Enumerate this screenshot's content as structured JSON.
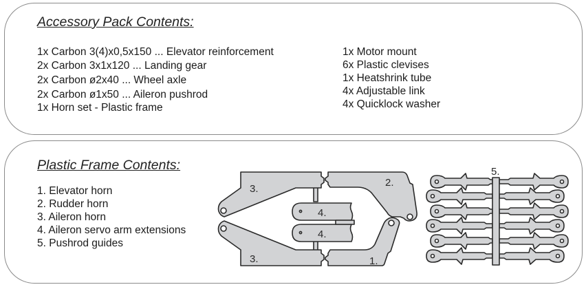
{
  "accessory_pack": {
    "title": "Accessory Pack Contents:",
    "left_items": [
      "1x Carbon 3(4)x0,5x150 ... Elevator reinforcement",
      "2x Carbon 3x1x120 ... Landing gear",
      "2x Carbon ø2x40 ... Wheel axle",
      "2x Carbon ø1x50 ... Aileron pushrod",
      "1x Horn set - Plastic frame"
    ],
    "right_items": [
      "1x Motor mount",
      "6x Plastic clevises",
      "1x Heatshrink tube",
      "4x Adjustable link",
      "4x Quicklock washer"
    ]
  },
  "plastic_frame": {
    "title": "Plastic Frame Contents:",
    "items": [
      "1. Elevator horn",
      "2. Rudder horn",
      "3. Aileron horn",
      "4. Aileron servo arm extensions",
      "5. Pushrod guides"
    ],
    "diagram_labels": {
      "elevator_horn": "1.",
      "rudder_horn": "2.",
      "aileron_horn_top": "3.",
      "aileron_horn_bottom": "3.",
      "servo_ext_top": "4.",
      "servo_ext_bottom": "4.",
      "pushrod_guides": "5."
    }
  },
  "colors": {
    "part_fill": "#d2d3d5",
    "outline": "#2a2a2a",
    "panel_border": "#8a8a8a"
  }
}
